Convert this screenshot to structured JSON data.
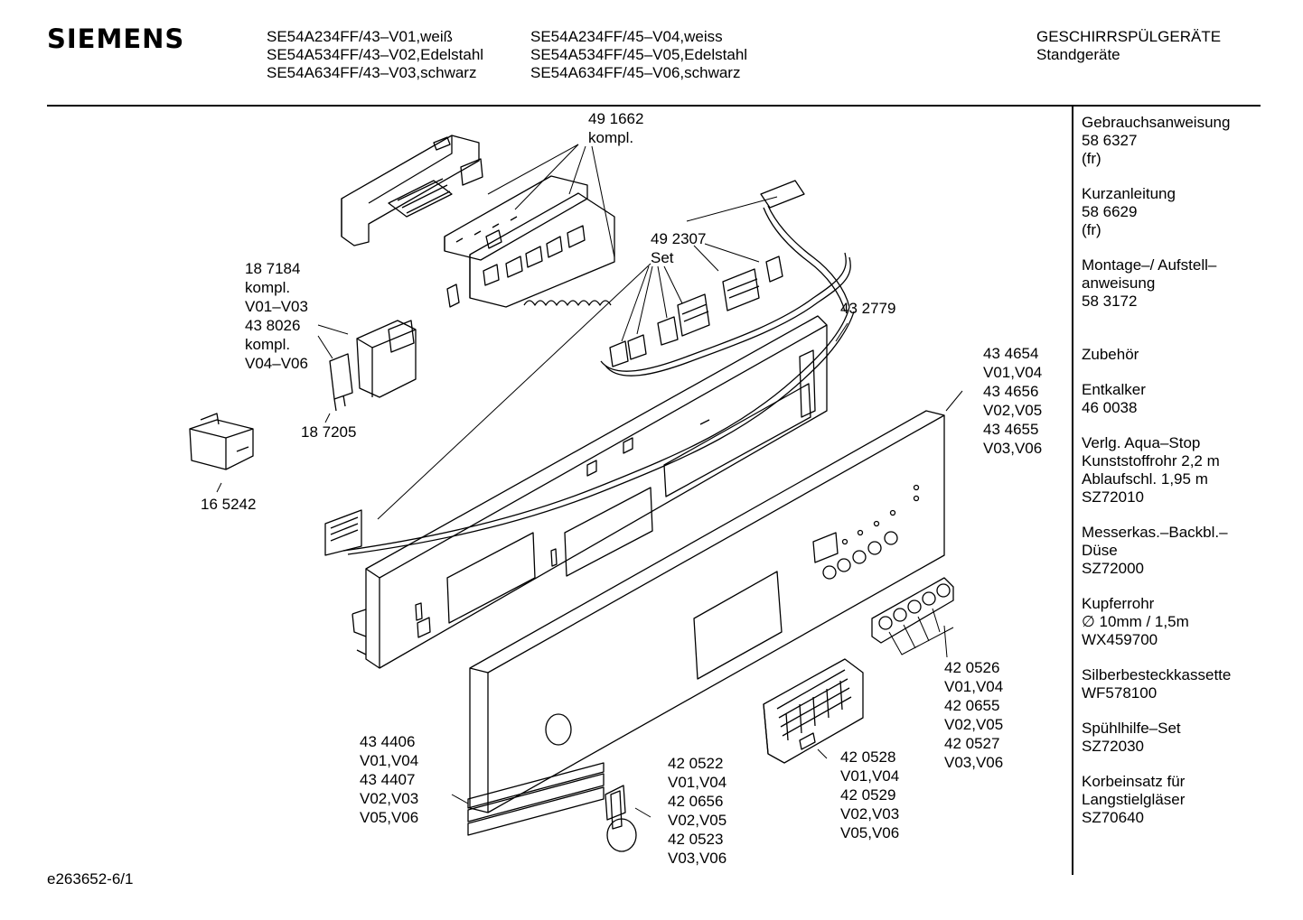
{
  "header": {
    "brand": "SIEMENS",
    "models_col1": [
      "SE54A234FF/43–V01,weiß",
      "SE54A534FF/43–V02,Edelstahl",
      "SE54A634FF/43–V03,schwarz"
    ],
    "models_col2": [
      "SE54A234FF/45–V04,weiss",
      "SE54A534FF/45–V05,Edelstahl",
      "SE54A634FF/45–V06,schwarz"
    ],
    "category": [
      "GESCHIRRSPÜLGERÄTE",
      "Standgeräte"
    ]
  },
  "sidebar": {
    "items": [
      [
        "Gebrauchsanweisung",
        "58 6327",
        "(fr)"
      ],
      [
        "Kurzanleitung",
        "58 6629",
        "(fr)"
      ],
      [
        "Montage–/ Aufstell–",
        "anweisung",
        "58 3172"
      ],
      [
        "Zubehör"
      ],
      [
        "Entkalker",
        "46 0038"
      ],
      [
        "Verlg. Aqua–Stop",
        "Kunststoffrohr 2,2 m",
        "Ablaufschl. 1,95 m",
        "SZ72010"
      ],
      [
        "Messerkas.–Backbl.–",
        "Düse",
        "SZ72000"
      ],
      [
        "Kupferrohr",
        "∅ 10mm / 1,5m",
        "WX459700"
      ],
      [
        "Silberbesteckkassette",
        "WF578100"
      ],
      [
        "Spühlhilfe–Set",
        "SZ72030"
      ],
      [
        "Korbeinsatz für",
        "Langstielgläser",
        "SZ70640"
      ]
    ]
  },
  "parts": {
    "p491662": [
      "49 1662",
      "kompl."
    ],
    "p492307": [
      "49 2307",
      "Set"
    ],
    "p187184": [
      "18 7184",
      "kompl.",
      "V01–V03",
      "43 8026",
      "kompl.",
      "V04–V06"
    ],
    "p187205": [
      "18 7205"
    ],
    "p165242": [
      "16 5242"
    ],
    "p432779": [
      "43 2779"
    ],
    "p434654": [
      "43 4654",
      "V01,V04",
      "43 4656",
      "V02,V05",
      "43 4655",
      "V03,V06"
    ],
    "p420526": [
      "42 0526",
      "V01,V04",
      "42 0655",
      "V02,V05",
      "42 0527",
      "V03,V06"
    ],
    "p434406": [
      "43 4406",
      "V01,V04",
      "43 4407",
      "V02,V03",
      "V05,V06"
    ],
    "p420522": [
      "42 0522",
      "V01,V04",
      "42 0656",
      "V02,V05",
      "42 0523",
      "V03,V06"
    ],
    "p420528": [
      "42 0528",
      "V01,V04",
      "42 0529",
      "V02,V03",
      "V05,V06"
    ]
  },
  "footer": {
    "code": "e263652-6/1"
  }
}
